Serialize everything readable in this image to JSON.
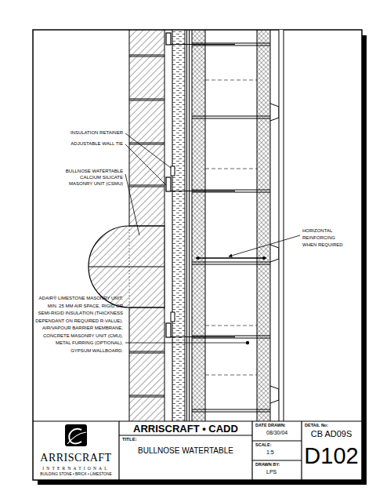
{
  "diagram": {
    "title": "BULLNOSE WATERTABLE",
    "labels": [
      "INSULATION RETAINER",
      "ADJUSTABLE WALL TIE",
      "BULLNOSE WATERTABLE CALCIUM SILICATE MASONRY UNIT (CSMU)",
      "HORIZONTAL REINFORCING WHEN REQUIRED",
      "ADAIR® LIMESTONE MASONRY UNIT, MIN. 25 MM AIR SPACE, RIGID OR SEMI-RIGID INSULATION (THICKNESS DEPENDANT ON REQUIRED R-VALUE), AIR/VAPOUR BARRIER MEMBRANE, CONCRETE MASONRY UNIT (CMU), METAL FURRING (OPTIONAL), GYPSUM WALLBOARD.",
      "ARRISCRAFT • CADD",
      "TITLE:",
      "DATE DRAWN:",
      "08/30/04",
      "SCALE:",
      "1:5",
      "DRAWN BY:",
      "LPS",
      "DETAIL No:",
      "CB AD09S",
      "D102",
      "ARRISCRAFT",
      "INTERNATIONAL",
      "BUILDING STONE • BRICK • LIMESTONE"
    ]
  }
}
